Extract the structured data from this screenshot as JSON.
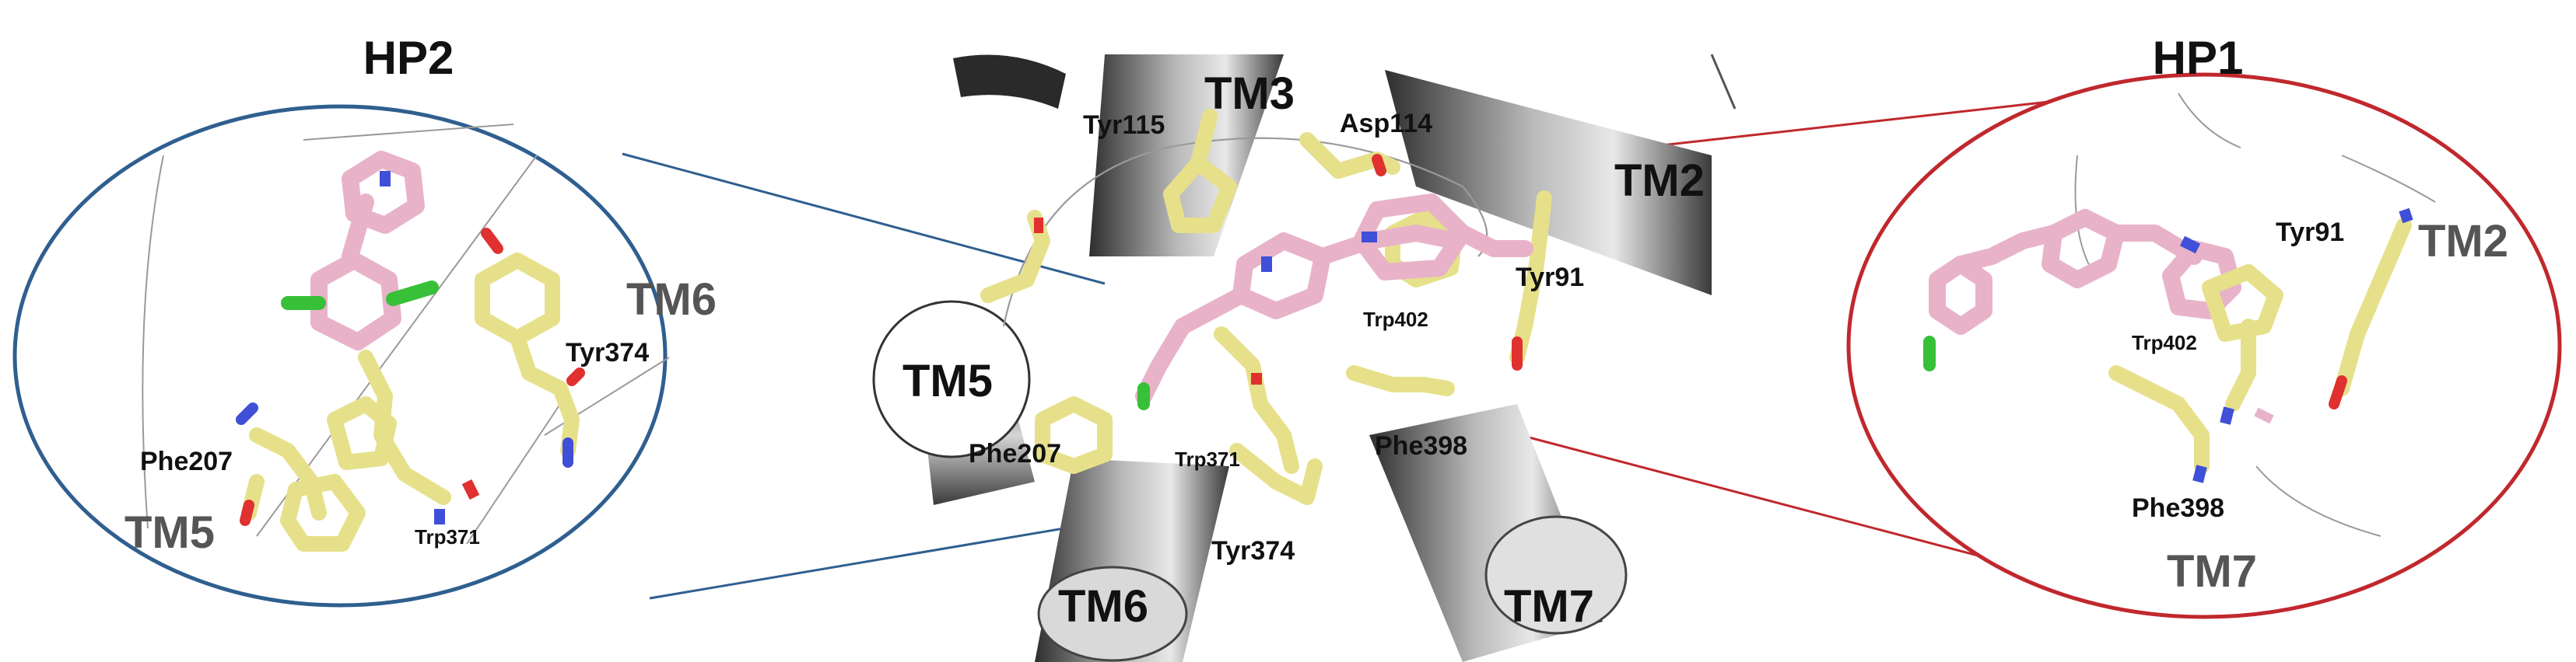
{
  "panels": {
    "hp2": {
      "title": "HP2",
      "border_color": "#2f5f8f"
    },
    "hp1": {
      "title": "HP1",
      "border_color": "#c0282d"
    }
  },
  "labels": {
    "hp2": {
      "tm6": "TM6",
      "tm5": "TM5",
      "tyr374": "Tyr374",
      "phe207": "Phe207",
      "trp371": "Trp371"
    },
    "center": {
      "tm3": "TM3",
      "tyr115": "Tyr115",
      "asp114": "Asp114",
      "tm2": "TM2",
      "tyr91": "Tyr91",
      "trp402": "Trp402",
      "tm5": "TM5",
      "phe207": "Phe207",
      "trp371": "Trp371",
      "phe398": "Phe398",
      "tyr374": "Tyr374",
      "tm6": "TM6",
      "tm7": "TM7"
    },
    "hp1": {
      "tyr91": "Tyr91",
      "tm2": "TM2",
      "trp402": "Trp402",
      "phe398": "Phe398",
      "tm7": "TM7"
    }
  },
  "colors": {
    "ligand": "#e8b3c8",
    "residue": "#e6e08a",
    "nitrogen": "#3f4fd8",
    "oxygen": "#e03030",
    "chlorine": "#38c038",
    "helix": "#4a4a4a"
  }
}
